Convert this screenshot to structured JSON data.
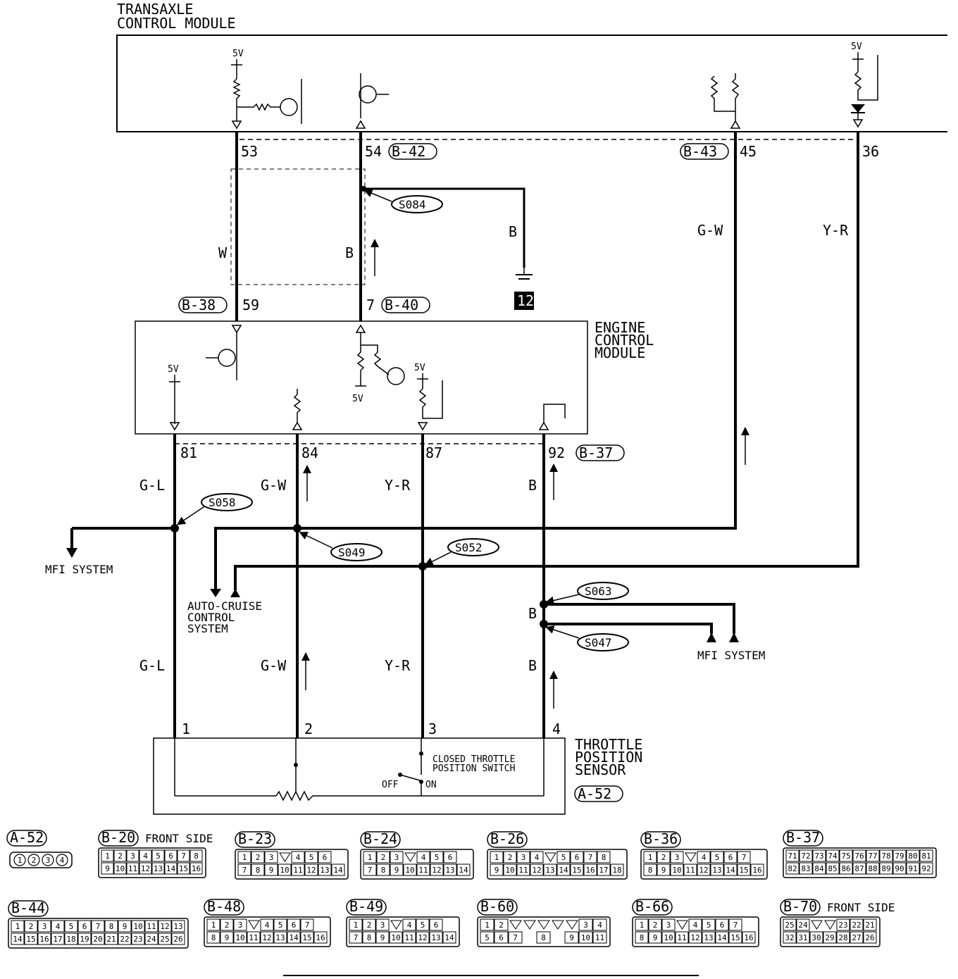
{
  "modules": {
    "tcm": [
      "TRANSAXLE",
      "CONTROL MODULE"
    ],
    "ecm": [
      "ENGINE",
      "CONTROL",
      "MODULE"
    ],
    "tps": [
      "THROTTLE",
      "POSITION",
      "SENSOR"
    ]
  },
  "voltage_label": "5V",
  "tcm_pins": {
    "p53": "53",
    "p54": "54",
    "p45": "45",
    "p36": "36"
  },
  "ecm_top_pins": {
    "p59": "59",
    "p7": "7"
  },
  "ecm_bottom_pins": {
    "p81": "81",
    "p84": "84",
    "p87": "87",
    "p92": "92"
  },
  "tps_pins": {
    "p1": "1",
    "p2": "2",
    "p3": "3",
    "p4": "4"
  },
  "connectors": {
    "b42": "B-42",
    "b43": "B-43",
    "b38": "B-38",
    "b40": "B-40",
    "b37": "B-37",
    "a52": "A-52"
  },
  "splices": {
    "s084": "S084",
    "s058": "S058",
    "s049": "S049",
    "s052": "S052",
    "s063": "S063",
    "s047": "S047"
  },
  "wire_colors": {
    "w": "W",
    "b": "B",
    "gw": "G-W",
    "yr": "Y-R",
    "gl": "G-L"
  },
  "ground_id": "12",
  "systems": {
    "mfi": "MFI SYSTEM",
    "auto_cruise": [
      "AUTO-CRUISE",
      "CONTROL",
      "SYSTEM"
    ]
  },
  "switch": {
    "name": [
      "CLOSED THROTTLE",
      "POSITION SWITCH"
    ],
    "off": "OFF",
    "on": "ON"
  },
  "connector_faces": {
    "a52": {
      "label": "A-52",
      "pins": [
        "1",
        "2",
        "3",
        "4"
      ]
    },
    "b20": {
      "label": "B-20",
      "note": "FRONT SIDE",
      "row1": [
        "1",
        "2",
        "3",
        "4",
        "5",
        "6",
        "7",
        "8"
      ],
      "row2": [
        "9",
        "10",
        "11",
        "12",
        "13",
        "14",
        "15",
        "16"
      ]
    },
    "b23": {
      "label": "B-23",
      "row1": [
        "1",
        "2",
        "3",
        "",
        "4",
        "5",
        "6"
      ],
      "row2": [
        "7",
        "8",
        "9",
        "10",
        "11",
        "12",
        "13",
        "14"
      ]
    },
    "b24": {
      "label": "B-24",
      "row1": [
        "1",
        "2",
        "3",
        "",
        "4",
        "5",
        "6"
      ],
      "row2": [
        "7",
        "8",
        "9",
        "10",
        "11",
        "12",
        "13",
        "14"
      ]
    },
    "b26": {
      "label": "B-26",
      "row1": [
        "1",
        "2",
        "3",
        "4",
        "",
        "5",
        "6",
        "7",
        "8"
      ],
      "row2": [
        "9",
        "10",
        "11",
        "12",
        "13",
        "14",
        "15",
        "16",
        "17",
        "18"
      ]
    },
    "b36": {
      "label": "B-36",
      "row1": [
        "1",
        "2",
        "3",
        "",
        "4",
        "5",
        "6",
        "7"
      ],
      "row2": [
        "8",
        "9",
        "10",
        "11",
        "12",
        "13",
        "14",
        "15",
        "16"
      ]
    },
    "b37": {
      "label": "B-37",
      "row1": [
        "71",
        "72",
        "73",
        "74",
        "75",
        "76",
        "77",
        "78",
        "79",
        "80",
        "81"
      ],
      "row2": [
        "82",
        "83",
        "84",
        "85",
        "86",
        "87",
        "88",
        "89",
        "90",
        "91",
        "92"
      ]
    },
    "b44": {
      "label": "B-44",
      "row1": [
        "1",
        "2",
        "3",
        "4",
        "5",
        "6",
        "7",
        "8",
        "9",
        "10",
        "11",
        "12",
        "13"
      ],
      "row2": [
        "14",
        "15",
        "16",
        "17",
        "18",
        "19",
        "20",
        "21",
        "22",
        "23",
        "24",
        "25",
        "26"
      ]
    },
    "b48": {
      "label": "B-48",
      "row1": [
        "1",
        "2",
        "3",
        "",
        "4",
        "5",
        "6",
        "7"
      ],
      "row2": [
        "8",
        "9",
        "10",
        "11",
        "12",
        "13",
        "14",
        "15",
        "16"
      ]
    },
    "b49": {
      "label": "B-49",
      "row1": [
        "1",
        "2",
        "3",
        "",
        "4",
        "5",
        "6"
      ],
      "row2": [
        "7",
        "8",
        "9",
        "10",
        "11",
        "12",
        "13",
        "14"
      ]
    },
    "b60": {
      "label": "B-60",
      "row1": [
        "1",
        "2",
        "",
        "",
        "",
        "",
        "",
        "3",
        "4"
      ],
      "row2": [
        "5",
        "6",
        "7",
        "",
        "8",
        "",
        "9",
        "10",
        "11"
      ]
    },
    "b66": {
      "label": "B-66",
      "row1": [
        "1",
        "2",
        "3",
        "",
        "4",
        "5",
        "6",
        "7"
      ],
      "row2": [
        "8",
        "9",
        "10",
        "11",
        "12",
        "13",
        "14",
        "15",
        "16"
      ]
    },
    "b70": {
      "label": "B-70",
      "note": "FRONT SIDE",
      "row1": [
        "25",
        "24",
        "",
        "",
        "23",
        "22",
        "21"
      ],
      "row2": [
        "32",
        "31",
        "30",
        "29",
        "28",
        "27",
        "26"
      ]
    }
  }
}
